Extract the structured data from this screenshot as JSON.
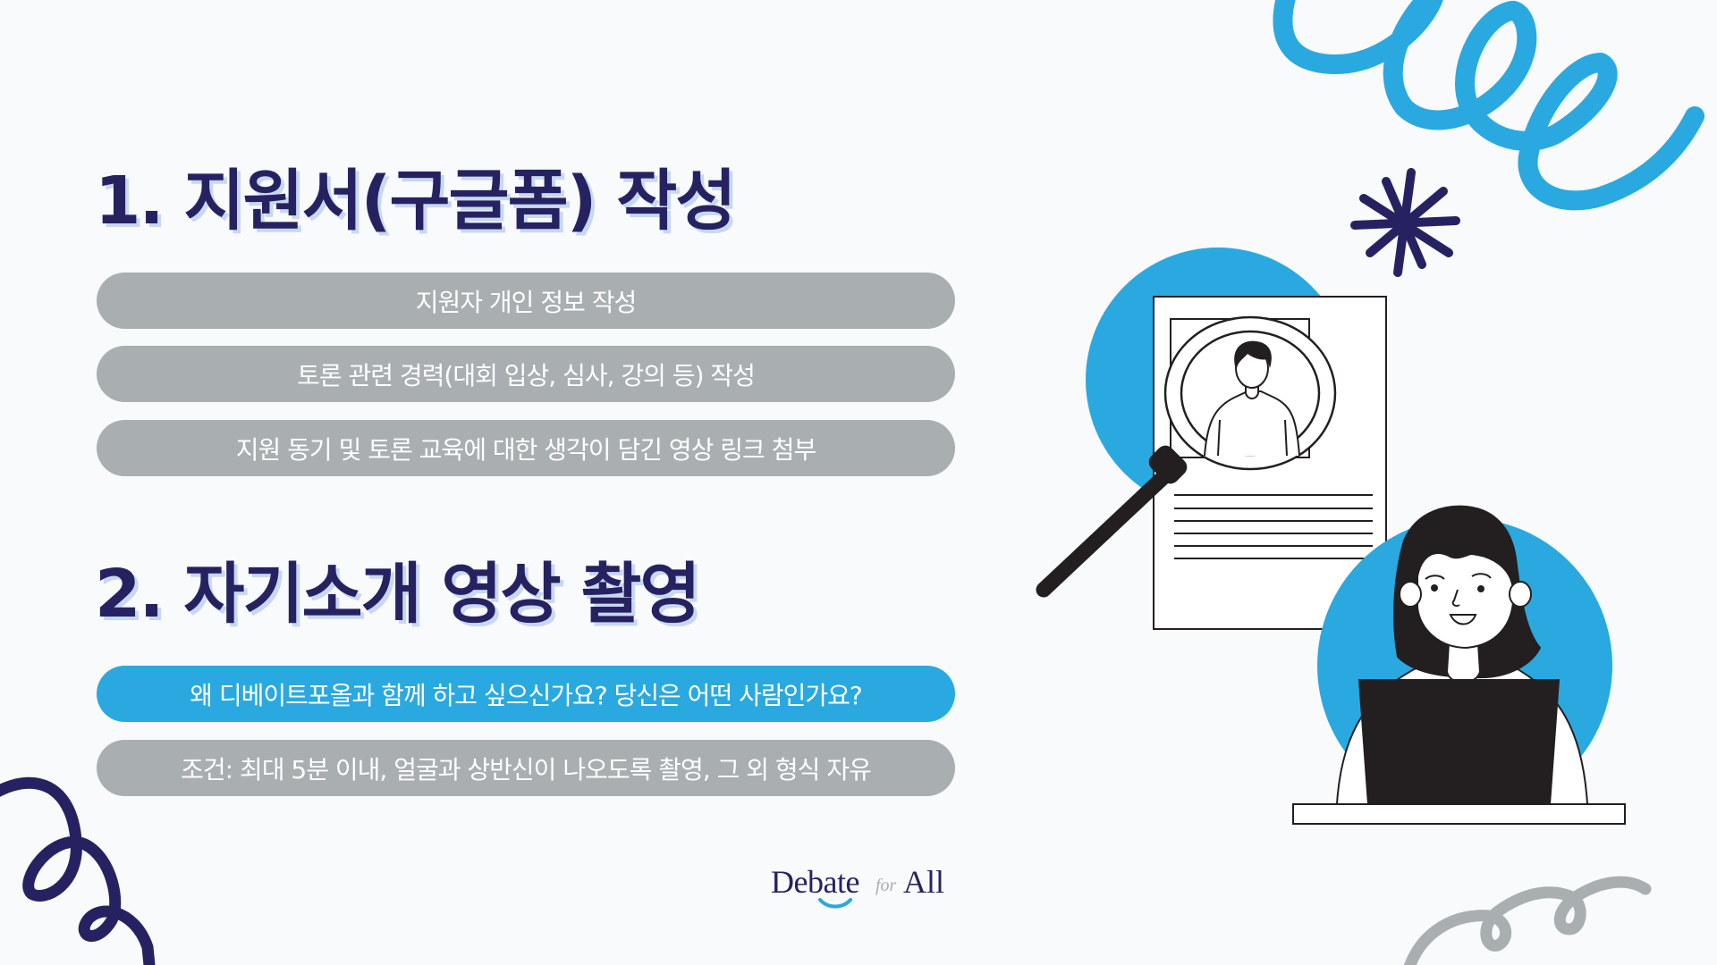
{
  "section1": {
    "title": "1. 지원서(구글폼) 작성",
    "items": [
      {
        "label": "지원자 개인 정보 작성",
        "style": "gray"
      },
      {
        "label": "토론 관련 경력(대회 입상, 심사, 강의 등) 작성",
        "style": "gray"
      },
      {
        "label": "지원 동기 및 토론 교육에 대한 생각이 담긴 영상 링크 첨부",
        "style": "gray"
      }
    ]
  },
  "section2": {
    "title": "2. 자기소개 영상 촬영",
    "items": [
      {
        "label": "왜 디베이트포올과 함께 하고 싶으신가요? 당신은 어떤 사람인가요?",
        "style": "blue"
      },
      {
        "label": "조건: 최대 5분 이내, 얼굴과 상반신이 나오도록 촬영, 그 외 형식 자유",
        "style": "gray"
      }
    ]
  },
  "logo": {
    "word1": "Debate",
    "word2": "for",
    "word3": "All"
  },
  "colors": {
    "navy": "#262262",
    "blue": "#29a9e0",
    "gray": "#a9aeb1",
    "background": "#f8fafb",
    "shadow": "#c7d8ef"
  },
  "illustrations": [
    "blue-squiggle-decoration",
    "navy-asterisk-decoration",
    "resume-magnifier-illustration",
    "woman-with-laptop-illustration",
    "navy-squiggle-decoration",
    "gray-squiggle-decoration"
  ]
}
